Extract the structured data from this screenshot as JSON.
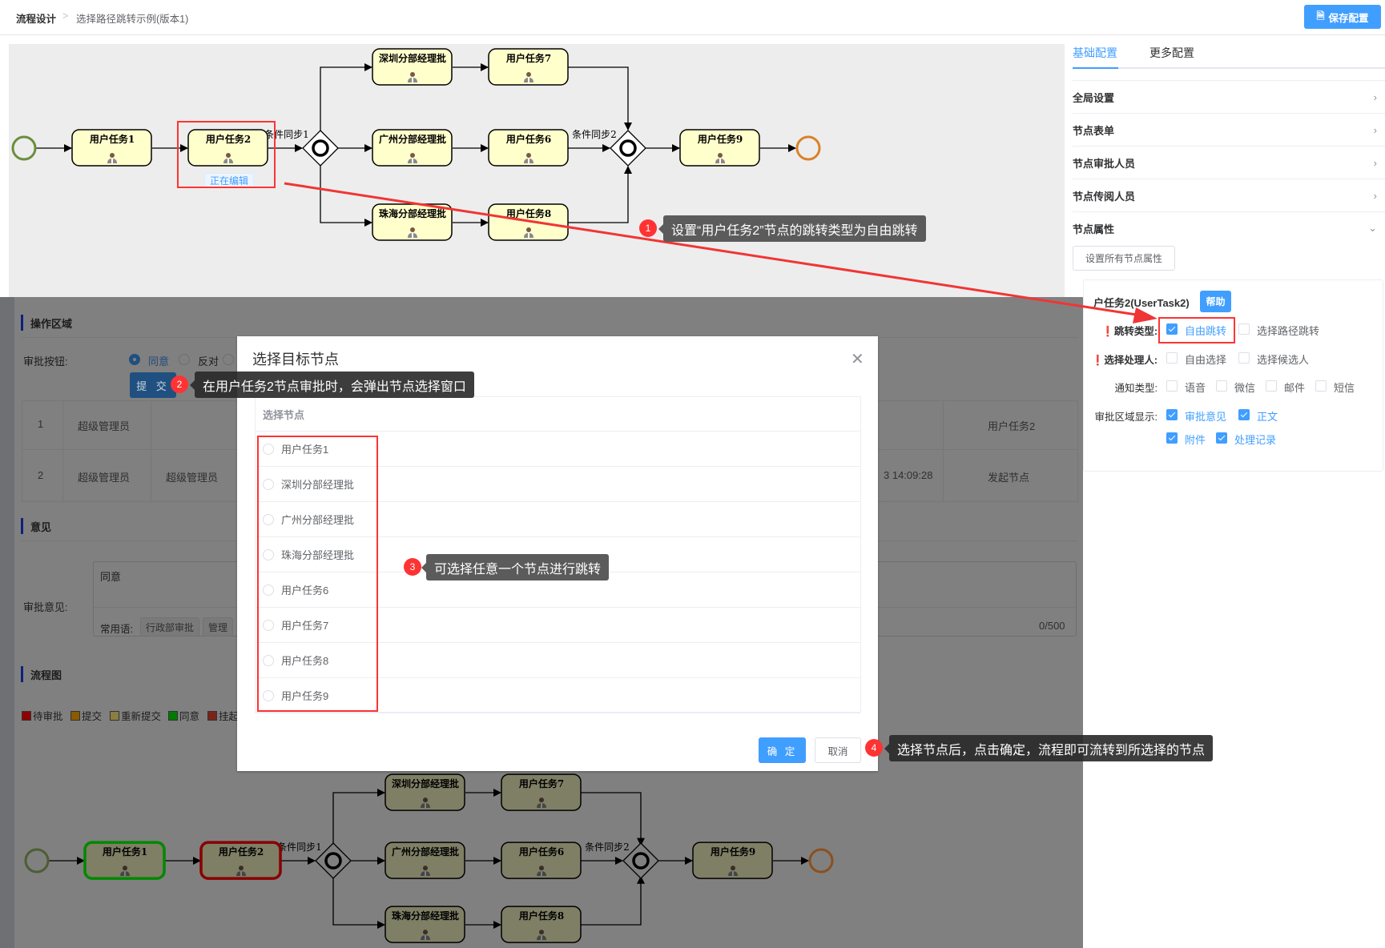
{
  "header": {
    "breadcrumb_root": "流程设计",
    "separator": ">",
    "breadcrumb_current": "选择路径跳转示例(版本1)",
    "save_label": "保存配置"
  },
  "diagram": {
    "nodes": {
      "t1": "用户任务1",
      "t2": "用户任务2",
      "sz": "深圳分部经理批",
      "gz": "广州分部经理批",
      "zh": "珠海分部经理批",
      "t7": "用户任务7",
      "t6": "用户任务6",
      "t8": "用户任务8",
      "t9": "用户任务9"
    },
    "gateway1_label": "条件同步1",
    "gateway2_label": "条件同步2",
    "editing_badge": "正在编辑"
  },
  "right_panel": {
    "tabs": [
      "基础配置",
      "更多配置"
    ],
    "sections": [
      "全局设置",
      "节点表单",
      "节点审批人员",
      "节点传阅人员",
      "节点属性"
    ],
    "set_all_button": "设置所有节点属性",
    "node_title": "户任务2(UserTask2)",
    "help_button": "帮助",
    "fields": {
      "jump_type": {
        "label": "❗跳转类型:",
        "options": [
          {
            "label": "自由跳转",
            "checked": true
          },
          {
            "label": "选择路径跳转",
            "checked": false
          }
        ]
      },
      "handler": {
        "label": "❗选择处理人:",
        "options": [
          {
            "label": "自由选择",
            "checked": false
          },
          {
            "label": "选择候选人",
            "checked": false
          }
        ]
      },
      "notify": {
        "label": "通知类型:",
        "options": [
          {
            "label": "语音",
            "checked": false
          },
          {
            "label": "微信",
            "checked": false
          },
          {
            "label": "邮件",
            "checked": false
          },
          {
            "label": "短信",
            "checked": false
          }
        ]
      },
      "display": {
        "label": "审批区域显示:",
        "options": [
          {
            "label": "审批意见",
            "checked": true
          },
          {
            "label": "正文",
            "checked": true
          },
          {
            "label": "附件",
            "checked": true
          },
          {
            "label": "处理记录",
            "checked": true
          }
        ]
      }
    }
  },
  "page": {
    "operation_title": "操作区域",
    "approval_buttons_label": "审批按钮:",
    "radios": [
      {
        "label": "同意",
        "checked": true
      },
      {
        "label": "反对",
        "checked": false
      }
    ],
    "submit": "提 交",
    "records": [
      {
        "no": "1",
        "handler": "超级管理员",
        "col3": "",
        "time": "",
        "node": "用户任务2"
      },
      {
        "no": "2",
        "handler": "超级管理员",
        "col3": "超级管理员",
        "time": "3 14:09:28",
        "node": "发起节点"
      }
    ],
    "opinion_title": "意见",
    "opinion_label": "审批意见:",
    "opinion_value": "同意",
    "phrases_label": "常用语:",
    "phrases": [
      "行政部审批",
      "管理"
    ],
    "counter": "0/500",
    "flowchart_title": "流程图",
    "legend": [
      {
        "label": "待审批",
        "color": "#e00000"
      },
      {
        "label": "提交",
        "color": "#e08a00"
      },
      {
        "label": "重新提交",
        "color": "#e6d27a"
      },
      {
        "label": "同意",
        "color": "#00c000"
      },
      {
        "label": "挂起",
        "color": "#e04030"
      }
    ]
  },
  "modal": {
    "title": "选择目标节点",
    "column": "选择节点",
    "options": [
      "用户任务1",
      "深圳分部经理批",
      "广州分部经理批",
      "珠海分部经理批",
      "用户任务6",
      "用户任务7",
      "用户任务8",
      "用户任务9"
    ],
    "confirm": "确 定",
    "cancel": "取消"
  },
  "annotations": [
    {
      "num": "1",
      "text": "设置“用户任务2”节点的跳转类型为自由跳转"
    },
    {
      "num": "2",
      "text": "在用户任务2节点审批时，会弹出节点选择窗口"
    },
    {
      "num": "3",
      "text": "可选择任意一个节点进行跳转"
    },
    {
      "num": "4",
      "text": "选择节点后，点击确定，流程即可流转到所选择的节点"
    }
  ]
}
